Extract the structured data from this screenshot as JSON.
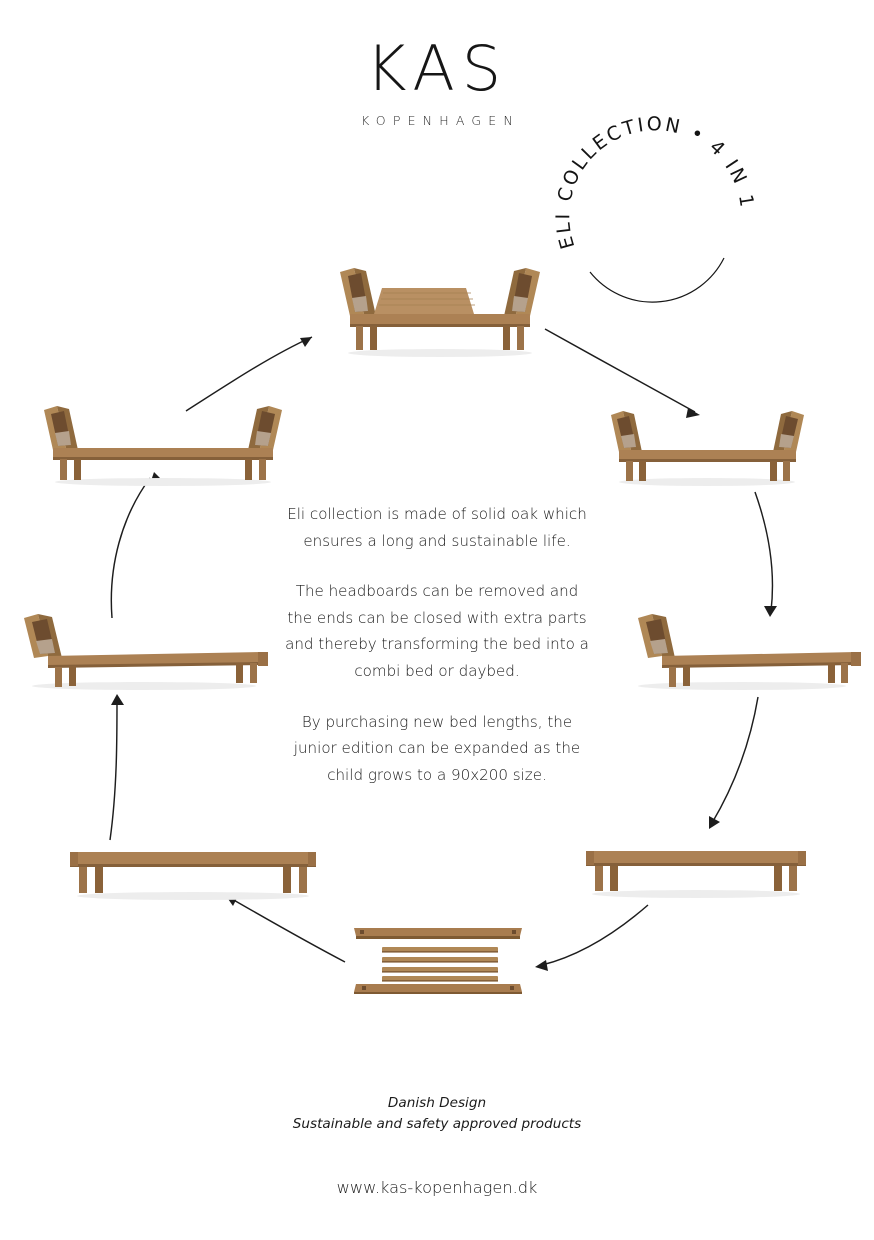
{
  "brand": {
    "mark": "KAS",
    "sub": "KOPENHAGEN"
  },
  "stamp": {
    "line_upper": "ELI COLLECTION",
    "line_lower": "• 4 IN 1",
    "full_text": "ELI COLLECTION • 4 IN 1"
  },
  "copy": {
    "p1": "Eli collection is made of solid oak which ensures a long and sustainable life.",
    "p2": "The headboards can be removed and the ends can be closed with extra parts and thereby transforming the bed into a combi bed or daybed.",
    "p3": "By purchasing new bed lengths, the junior edition can be expanded as the child grows to a 90x200 size."
  },
  "footer": {
    "tagline_1": "Danish Design",
    "tagline_2": "Sustainable and safety approved products",
    "url": "www.kas-kopenhagen.dk"
  },
  "colors": {
    "wood_light": "#c19a68",
    "wood_mid": "#a87c4f",
    "wood_dark": "#8a6339",
    "wood_shadow": "#6f4e2b",
    "cane": "#6d4c2f",
    "cane_light": "#b5a18c",
    "ink": "#1d1d1d",
    "background": "#ffffff"
  },
  "figures": [
    {
      "id": "bed-full-combi",
      "name": "bed with two headboards and mattress platform",
      "position": "top-center"
    },
    {
      "id": "bed-two-headboards-r",
      "name": "bed frame with two headboards",
      "position": "right-upper"
    },
    {
      "id": "bed-one-headboard-r",
      "name": "daybed with single headboard",
      "position": "right-middle"
    },
    {
      "id": "bed-plain-frame-r",
      "name": "plain bed frame",
      "position": "right-lower"
    },
    {
      "id": "bed-parts-flat",
      "name": "disassembled rails and slats",
      "position": "bottom-center"
    },
    {
      "id": "bed-plain-frame-l",
      "name": "plain bed frame",
      "position": "left-lower"
    },
    {
      "id": "bed-one-headboard-l",
      "name": "daybed with single headboard",
      "position": "left-middle"
    },
    {
      "id": "bed-two-headboards-l",
      "name": "bed frame with two headboards",
      "position": "left-upper"
    }
  ],
  "arrows": {
    "count": 8,
    "direction": "clockwise-cycle"
  }
}
